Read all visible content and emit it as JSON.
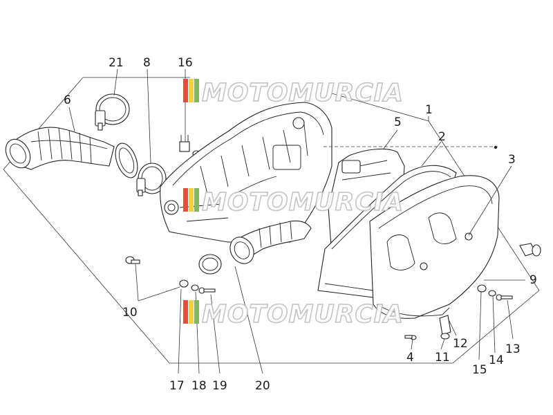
{
  "watermark": {
    "text": "MOTOMURCIA",
    "stripe_colors": [
      "#e84c3d",
      "#f4d03f",
      "#7fb95a"
    ]
  },
  "callouts": [
    {
      "id": "c1",
      "label": "1"
    },
    {
      "id": "c2",
      "label": "2"
    },
    {
      "id": "c3",
      "label": "3"
    },
    {
      "id": "c4",
      "label": "4"
    },
    {
      "id": "c5",
      "label": "5"
    },
    {
      "id": "c6",
      "label": "6"
    },
    {
      "id": "c8",
      "label": "8"
    },
    {
      "id": "c9",
      "label": "9"
    },
    {
      "id": "c10",
      "label": "10"
    },
    {
      "id": "c11",
      "label": "11"
    },
    {
      "id": "c12",
      "label": "12"
    },
    {
      "id": "c13",
      "label": "13"
    },
    {
      "id": "c14",
      "label": "14"
    },
    {
      "id": "c15",
      "label": "15"
    },
    {
      "id": "c16",
      "label": "16"
    },
    {
      "id": "c17",
      "label": "17"
    },
    {
      "id": "c18",
      "label": "18"
    },
    {
      "id": "c19",
      "label": "19"
    },
    {
      "id": "c20",
      "label": "20"
    },
    {
      "id": "c21",
      "label": "21"
    }
  ]
}
